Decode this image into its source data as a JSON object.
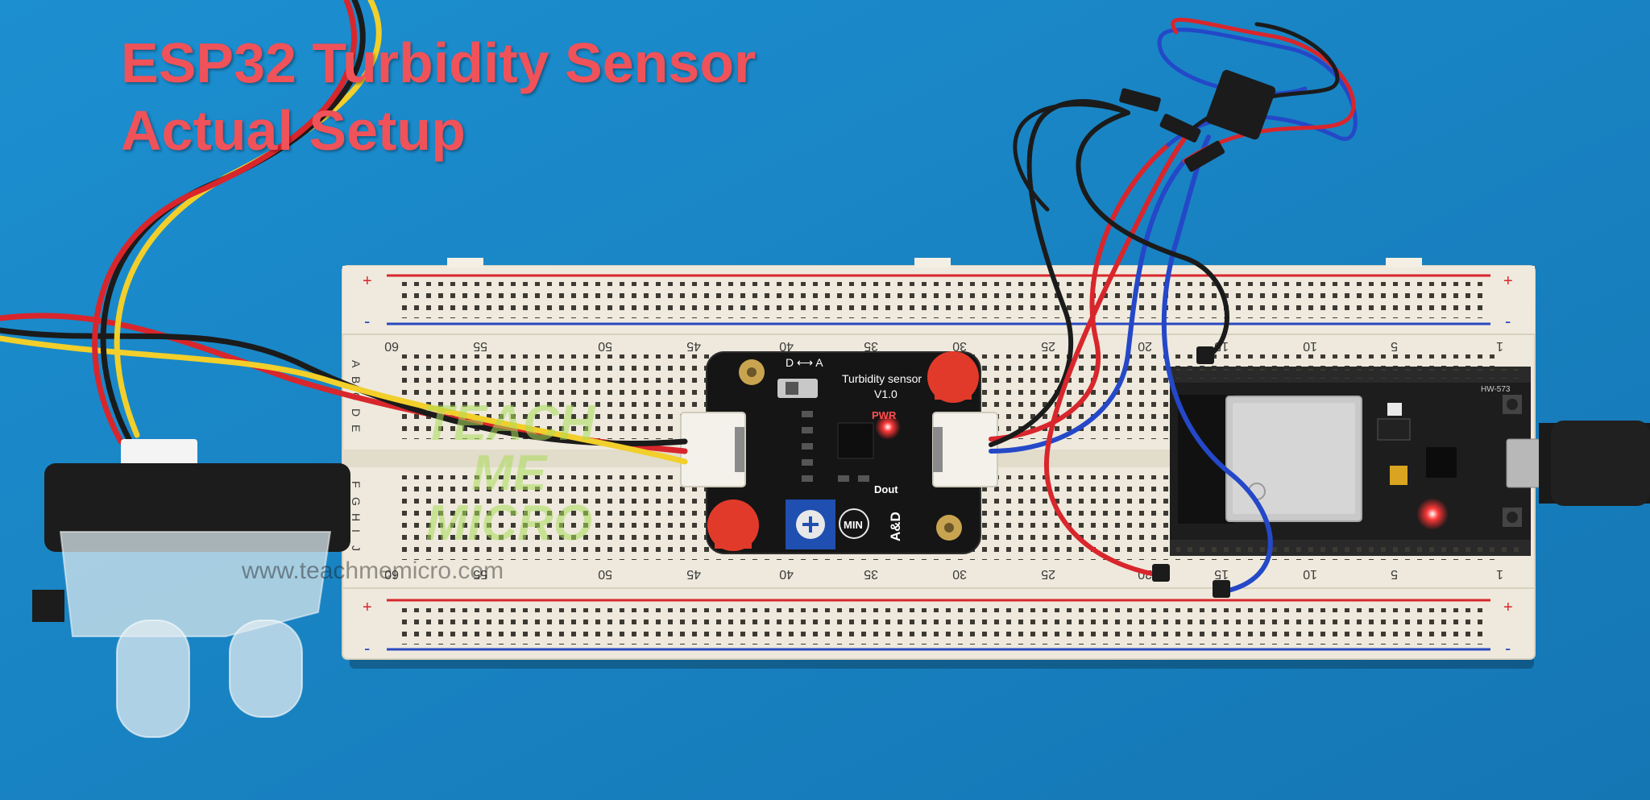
{
  "title": {
    "line1": "ESP32 Turbidity Sensor",
    "line2": "Actual Setup"
  },
  "watermark": {
    "url": "www.teachmemicro.com",
    "logo_line1": "TEACH",
    "logo_line2": "ME",
    "logo_line3": "MICRO"
  },
  "breadboard": {
    "top_numbers": [
      "60",
      "55",
      "50",
      "45",
      "40",
      "35",
      "30",
      "25",
      "20",
      "15",
      "10",
      "5",
      "1"
    ],
    "bottom_numbers": [
      "60",
      "55",
      "50",
      "45",
      "40",
      "35",
      "30",
      "25",
      "20",
      "15",
      "10",
      "5",
      "1"
    ],
    "rail_plus": "+",
    "rail_minus": "-",
    "row_letters_top": [
      "A",
      "B",
      "C",
      "D",
      "E"
    ],
    "row_letters_bottom": [
      "F",
      "G",
      "H",
      "I",
      "J"
    ]
  },
  "sensor_module": {
    "name": "Turbidity sensor",
    "version": "V1.0",
    "switch_label": "D ⟷ A",
    "pwr_label": "PWR",
    "dout_label": "Dout",
    "min_label": "MIN",
    "ad_label": "A&D"
  },
  "esp32_board": {
    "model": "HW-573"
  },
  "colors": {
    "background": "#1a86c6",
    "title": "#f0525a",
    "breadboard": "#eee9dc",
    "pcb": "#111111",
    "wire_red": "#d8262c",
    "wire_black": "#1b1b1b",
    "wire_yellow": "#f2cf2a",
    "wire_blue": "#2448c8",
    "led": "#ff3030"
  }
}
